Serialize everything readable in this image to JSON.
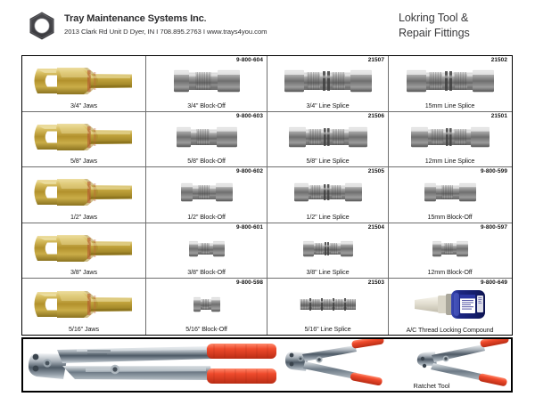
{
  "header": {
    "logo_icon": "hex-nut-logo",
    "company_name": "Tray Maintenance Systems Inc",
    "company_name_suffix": ".",
    "company_address": "2013 Clark Rd Unit D Dyer, IN I 708.895.2763 I www.trays4you.com",
    "doc_title_line1": "Lokring Tool &",
    "doc_title_line2": "Repair Fittings"
  },
  "catalog": {
    "rows": [
      {
        "cells": [
          {
            "part_no": "",
            "caption": "3/4\" Jaws",
            "art": "jaw"
          },
          {
            "part_no": "9-800-604",
            "caption": "3/4\" Block-Off",
            "art": "blockoff-lg"
          },
          {
            "part_no": "21507",
            "caption": "3/4\" Line Splice",
            "art": "splice-lg"
          },
          {
            "part_no": "21502",
            "caption": "15mm Line Splice",
            "art": "splice-lg"
          }
        ]
      },
      {
        "cells": [
          {
            "part_no": "",
            "caption": "5/8\" Jaws",
            "art": "jaw"
          },
          {
            "part_no": "9-800-603",
            "caption": "5/8\" Block-Off",
            "art": "blockoff-md"
          },
          {
            "part_no": "21506",
            "caption": "5/8\" Line Splice",
            "art": "splice-md"
          },
          {
            "part_no": "21501",
            "caption": "12mm Line Splice",
            "art": "splice-md"
          }
        ]
      },
      {
        "cells": [
          {
            "part_no": "",
            "caption": "1/2\" Jaws",
            "art": "jaw"
          },
          {
            "part_no": "9-800-602",
            "caption": "1/2\" Block-Off",
            "art": "blockoff-sm"
          },
          {
            "part_no": "21505",
            "caption": "1/2\" Line Splice",
            "art": "splice-sm"
          },
          {
            "part_no": "9-800-599",
            "caption": "15mm Block-Off",
            "art": "blockoff-sm"
          }
        ]
      },
      {
        "cells": [
          {
            "part_no": "",
            "caption": "3/8\" Jaws",
            "art": "jaw"
          },
          {
            "part_no": "9-800-601",
            "caption": "3/8\" Block-Off",
            "art": "blockoff-xs"
          },
          {
            "part_no": "21504",
            "caption": "3/8\" Line Splice",
            "art": "splice-xs"
          },
          {
            "part_no": "9-800-597",
            "caption": "12mm Block-Off",
            "art": "blockoff-xs"
          }
        ]
      },
      {
        "cells": [
          {
            "part_no": "",
            "caption": "5/16\" Jaws",
            "art": "jaw"
          },
          {
            "part_no": "9-800-598",
            "caption": "5/16\" Block-Off",
            "art": "blockoff-xxs"
          },
          {
            "part_no": "21503",
            "caption": "5/16\" Line Splice",
            "art": "splice-xxs"
          },
          {
            "part_no": "9-800-649",
            "caption": "A/C Thread Locking Compound",
            "art": "bottle"
          }
        ]
      }
    ]
  },
  "tool_panel": {
    "ratchet_label": "Ratchet Tool"
  },
  "colors": {
    "brass_light": "#d8c268",
    "brass_mid": "#b9982f",
    "brass_dark": "#8d7420",
    "steel_light": "#d6d6d6",
    "steel_mid": "#9a9a9a",
    "steel_dark": "#5d5d5d",
    "handle_red": "#e8422a",
    "bottle_blue": "#1d2b8a",
    "text": "#231f20",
    "border": "#000000"
  }
}
